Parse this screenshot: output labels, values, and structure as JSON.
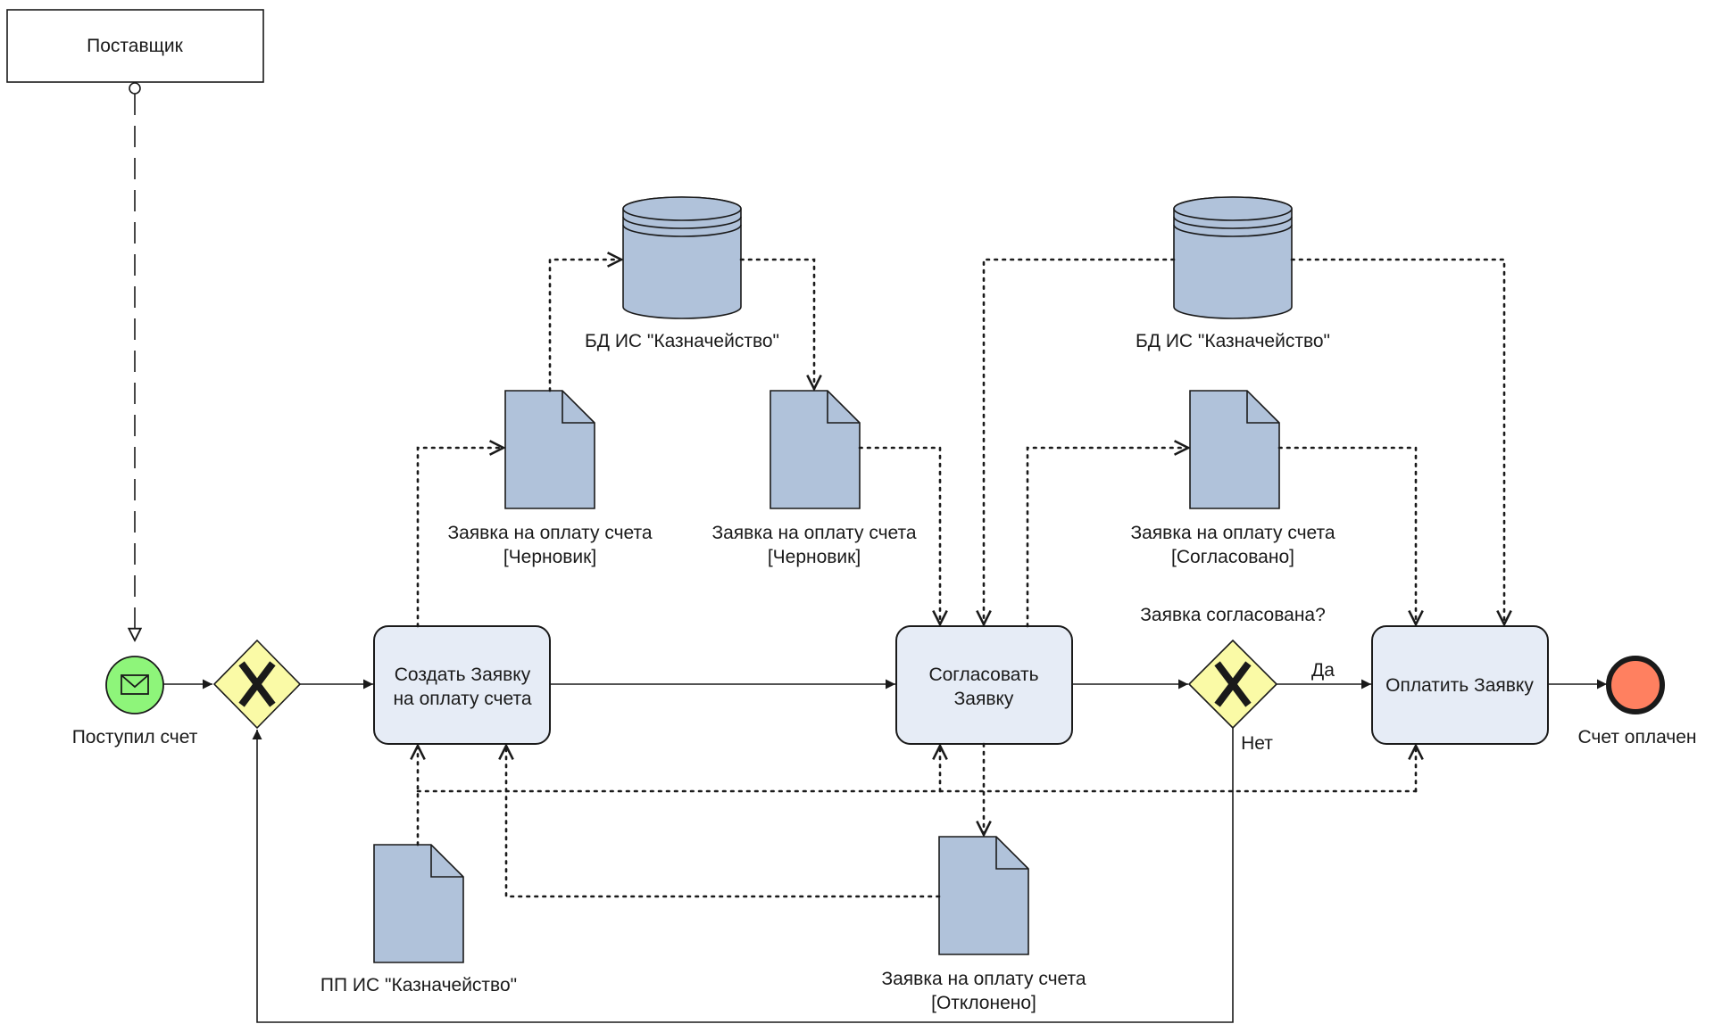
{
  "pool": {
    "label": "Поставщик"
  },
  "start_event": {
    "label": "Поступил счет",
    "color": "#8ef57a"
  },
  "end_event": {
    "label": "Счет оплачен",
    "color": "#ff8060"
  },
  "tasks": {
    "create": {
      "line1": "Создать Заявку",
      "line2": "на оплату счета"
    },
    "approve": {
      "line1": "Согласовать",
      "line2": "Заявку"
    },
    "pay": {
      "label": "Оплатить Заявку"
    }
  },
  "gateways": {
    "decision": {
      "question": "Заявка согласована?",
      "yes": "Да",
      "no": "Нет"
    }
  },
  "data_stores": {
    "db_left": {
      "label": "БД ИС \"Казначейство\""
    },
    "db_right": {
      "label": "БД ИС \"Казначейство\""
    }
  },
  "documents": {
    "draft_out": {
      "line1": "Заявка на оплату счета",
      "line2": "[Черновик]"
    },
    "draft_in": {
      "line1": "Заявка на оплату счета",
      "line2": "[Черновик]"
    },
    "approved": {
      "line1": "Заявка на оплату счета",
      "line2": "[Согласовано]"
    },
    "rejected": {
      "line1": "Заявка на оплату счета",
      "line2": "[Отклонено]"
    },
    "software": {
      "label": "ПП ИС \"Казначейство\""
    }
  },
  "colors": {
    "task_fill": "#e6ecf6",
    "document_fill": "#b0c2da",
    "gateway_fill": "#fafaa6"
  }
}
